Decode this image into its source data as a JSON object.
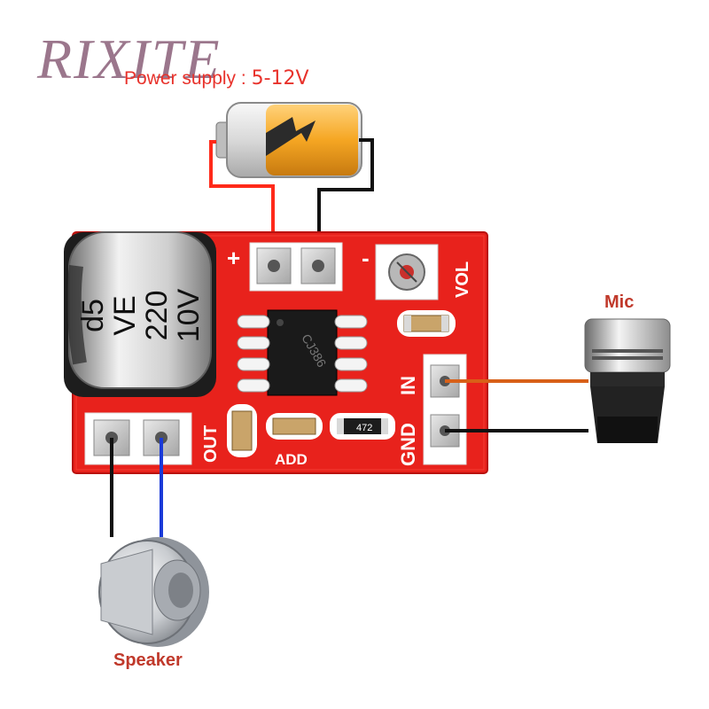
{
  "watermark": "RIXITE",
  "power_supply": {
    "label": "Power supply :",
    "voltage": "5-12V"
  },
  "capacitor": {
    "line1": "d5",
    "line2": "VE",
    "line3": "220",
    "line4": "10V"
  },
  "ic_marking": "CJ386",
  "silkscreen": {
    "plus": "+",
    "minus": "-",
    "vol": "VOL",
    "in": "IN",
    "gnd": "GND",
    "out": "OUT",
    "add": "ADD",
    "resistor": "472"
  },
  "mic_label": "Mic",
  "speaker_label": "Speaker",
  "colors": {
    "pcb": "#e8221c",
    "wire_red": "#ff2a1a",
    "wire_black": "#111111",
    "wire_orange": "#d86018",
    "wire_blue": "#1a3ad8"
  }
}
